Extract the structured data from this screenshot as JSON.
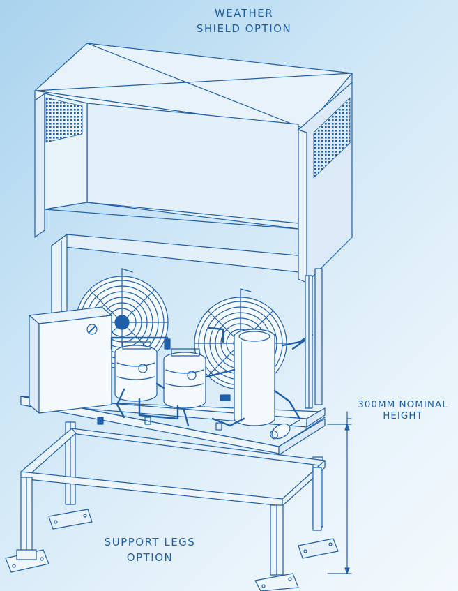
{
  "labels": {
    "weather_shield": [
      "WEATHER",
      "SHIELD OPTION"
    ],
    "support_legs": [
      "SUPPORT LEGS",
      "OPTION"
    ],
    "nominal_height": [
      "300MM NOMINAL",
      "HEIGHT"
    ]
  },
  "colors": {
    "line": "#1f5fa8",
    "panel": "#dbeaf6",
    "background_start": "#a9d3ee",
    "background_end": "#f3f9fd"
  }
}
